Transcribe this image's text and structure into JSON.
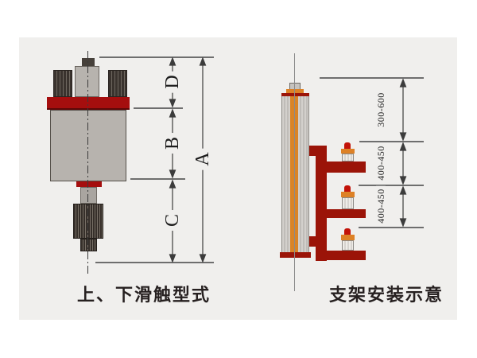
{
  "left": {
    "caption": "上、下滑触型式",
    "dims": {
      "a": "A",
      "b": "B",
      "c": "C",
      "d": "D"
    }
  },
  "right": {
    "caption": "支架安装示意",
    "dims": {
      "top": "300-600",
      "mid": "400-450",
      "bottom": "400-450"
    }
  },
  "colors": {
    "page_bg": "#ffffff",
    "panel_bg": "#f0efed",
    "flange_red": "#a50e0e",
    "bracket_red": "#9b1408",
    "insulator_orange": "#dd8126",
    "metal_gray": "#b7b3ae",
    "dark_metal": "#3a332e",
    "dim_line": "#3c3c3c"
  }
}
